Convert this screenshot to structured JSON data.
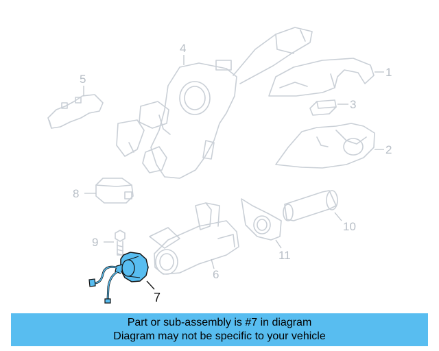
{
  "diagram": {
    "highlight_color": "#58bdf0",
    "highlighted_part": "7",
    "callouts": {
      "c1": "1",
      "c2": "2",
      "c3": "3",
      "c4": "4",
      "c5": "5",
      "c6": "6",
      "c7": "7",
      "c8": "8",
      "c9": "9",
      "c10": "10",
      "c11": "11"
    }
  },
  "caption": {
    "line1": "Part or sub-assembly is #7 in diagram",
    "line2": "Diagram may not be specific to your vehicle",
    "background": "#58bdf0"
  }
}
